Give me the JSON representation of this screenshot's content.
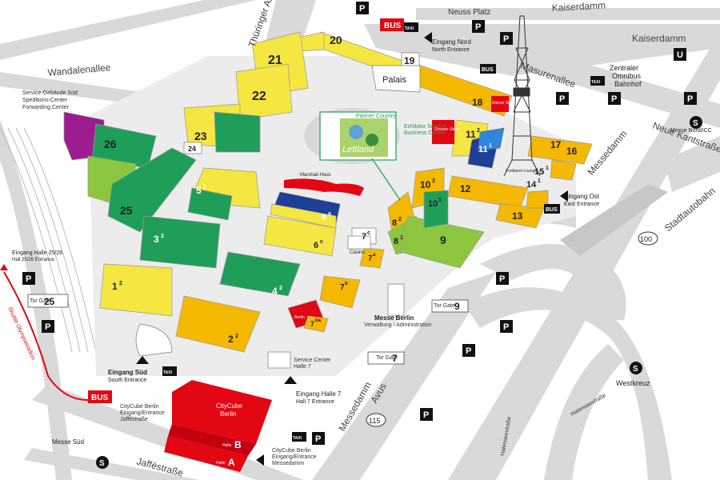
{
  "streets": {
    "kaiserdamm_top": "Kaiserdamm",
    "kaiserdamm_right": "Kaiserdamm",
    "thueringer": "Thüringer Allee",
    "wandalen": "Wandalenallee",
    "masuren": "Masurenallee",
    "neue_kant": "Neue Kantstraße",
    "messedamm_right": "Messedamm",
    "messedamm_bottom": "Messedamm",
    "avus": "Avus",
    "stadtautobahn": "Stadtautobahn",
    "jaffe": "Jafféstraße",
    "halensee1": "Halenseestraße",
    "halensee2": "Halenseestraße",
    "shuttle": "Shuttle Olympiastadion",
    "neuss": "Neuss Platz"
  },
  "halls": {
    "h20": "20",
    "h21": "21",
    "h22": "22",
    "h23": "23",
    "h24": "24",
    "h25": "25",
    "h26": "26",
    "h19": "19",
    "h18": "18",
    "h17": "17",
    "h16": "16",
    "h15": "15",
    "h15sup": "1",
    "h14": "14",
    "h14sup": "1",
    "h13": "13",
    "h12": "12",
    "h11": "11",
    "h11sup": "2",
    "h11b": "11",
    "h11bsup": "1",
    "h10": "10",
    "h10sup": "2",
    "h10b": "10",
    "h10bsup": "1",
    "h9": "9",
    "h8": "8",
    "h8sup": "2",
    "h8b": "8",
    "h8bsup": "1",
    "h7c": "7",
    "h7csup": "c",
    "h7a": "7",
    "h7asup": "a",
    "h7b": "7",
    "h7bsup": "b",
    "h6": "6",
    "h6sup": "a",
    "h6c": "6",
    "h6csup": "c",
    "h5": "5",
    "h5sup": "2",
    "h4": "4",
    "h4sup": "2",
    "h3": "3",
    "h3sup": "2",
    "h2": "2",
    "h2sup": "2",
    "h1": "1",
    "h1sup": "2",
    "h7ba": "7",
    "h7basup": "ba",
    "hA": "A",
    "hB": "B"
  },
  "places": {
    "palais": "Palais",
    "casino": "Casino",
    "marshall": "Marshall-Haus",
    "kleiner_stern": "Kleiner Stern",
    "grosser_stern": "Grosser Stern",
    "berlin": "Berlin",
    "funkturm": "Funkturm Lounge",
    "citycube_top": "CityCube",
    "citycube_bottom": "Berlin",
    "halle_a": "Halle",
    "halle_b": "Halle",
    "messe_berlin": "Messe Berlin",
    "verwaltung": "Verwaltung / Administration",
    "exhibitor": "Exhibitor Service",
    "business": "Business Center",
    "partner": "Partner Country",
    "lettland": "Lettland"
  },
  "entrances": {
    "nord_de": "Eingang Nord",
    "nord_en": "North Entrance",
    "ost_de": "Eingang Ost",
    "ost_en": "East Entrance",
    "sued_de": "Eingang Süd",
    "sued_en": "South Entrance",
    "h7_de": "Eingang Halle 7",
    "h7_en": "Hall 7 Entrance",
    "h2526_de": "Eingang Halle 25/26",
    "h2526_en": "Hall 25/26 Entrance",
    "cc1_de": "CityCube Berlin",
    "cc1_l2": "Eingang/Entrance",
    "cc1_l3": "Jafféstraße",
    "cc2_de": "CityCube Berlin",
    "cc2_l2": "Eingang/Entrance",
    "cc2_l3": "Messedamm"
  },
  "gates": {
    "tor25_label": "Tor Gate",
    "tor25_num": "25",
    "tor9_label": "Tor Gate",
    "tor9_num": "9",
    "tor7_label": "Tor Gate",
    "tor7_num": "7"
  },
  "service": {
    "speditions": "Service-Gebäude Süd",
    "speditions2": "Speditions-Center",
    "forwarding": "Forwarding Center",
    "svc_center": "Service Center",
    "svc_center2": "Halle 7"
  },
  "transit": {
    "zob1": "Zentraler",
    "zob2": "Omnibus",
    "zob3": "Bahnhof",
    "messe_nord": "Messe Nord/ICC",
    "messe_sued": "Messe Süd",
    "westkreuz": "Westkreuz",
    "bus": "BUS",
    "taxi": "TAXI",
    "u": "U",
    "s": "S",
    "p": "P",
    "road100": "100",
    "road115": "115"
  },
  "colors": {
    "yellow": "#f5e642",
    "orange": "#f5b800",
    "green": "#1f9e5a",
    "lightgreen": "#8cc63e",
    "purple": "#9c1d8f",
    "blue": "#1f3f99",
    "red": "#e30613",
    "road": "#d9d9d9"
  }
}
